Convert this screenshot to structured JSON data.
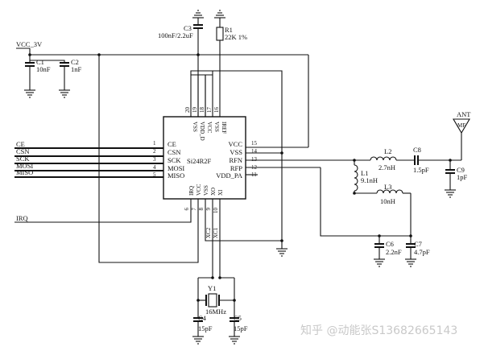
{
  "chip": {
    "name": "Si24R2F",
    "top_pins": [
      {
        "num": "20",
        "name": "VSS"
      },
      {
        "num": "19",
        "name": "VDD_D"
      },
      {
        "num": "18",
        "name": "VCC"
      },
      {
        "num": "17",
        "name": "VSS"
      },
      {
        "num": "16",
        "name": "IREF"
      }
    ],
    "left_pins": [
      {
        "num": "1",
        "name": "CE"
      },
      {
        "num": "2",
        "name": "CSN"
      },
      {
        "num": "3",
        "name": "SCK"
      },
      {
        "num": "4",
        "name": "MOSI"
      },
      {
        "num": "5",
        "name": "MISO"
      }
    ],
    "right_pins": [
      {
        "num": "15",
        "name": "VCC"
      },
      {
        "num": "14",
        "name": "VSS"
      },
      {
        "num": "13",
        "name": "RFN"
      },
      {
        "num": "12",
        "name": "RFP"
      },
      {
        "num": "11",
        "name": "VDD_PA"
      }
    ],
    "bottom_pins": [
      {
        "num": "6",
        "name": "IRQ"
      },
      {
        "num": "7",
        "name": "VCC"
      },
      {
        "num": "8",
        "name": "VSS"
      },
      {
        "num": "9",
        "name": "XO"
      },
      {
        "num": "10",
        "name": "XI"
      }
    ]
  },
  "nets": {
    "vcc": "VCC_3V",
    "ce": "CE",
    "csn": "CSN",
    "sck": "SCK",
    "mosi": "MOSI",
    "miso": "MISO",
    "irq": "IRQ",
    "xc2": "XC2",
    "xc1": "XC1"
  },
  "components": {
    "c1": {
      "ref": "C1",
      "value": "10nF"
    },
    "c2": {
      "ref": "C2",
      "value": "1nF"
    },
    "c3": {
      "ref": "C3",
      "value": "100nF/2.2uF"
    },
    "r1": {
      "ref": "R1",
      "value": "22K 1%"
    },
    "l1": {
      "ref": "L1",
      "value": "9.1nH"
    },
    "l2": {
      "ref": "L2",
      "value": "2.7nH"
    },
    "l3": {
      "ref": "L3",
      "value": "10nH"
    },
    "c8": {
      "ref": "C8",
      "value": "1.5pF"
    },
    "c9": {
      "ref": "C9",
      "value": "1pF"
    },
    "c6": {
      "ref": "C6",
      "value": "2.2nF"
    },
    "c7": {
      "ref": "C7",
      "value": "4.7pF"
    },
    "y1": {
      "ref": "Y1",
      "value": "16MHz"
    },
    "c4": {
      "ref": "C4",
      "value": "15pF"
    },
    "c5": {
      "ref": "C5",
      "value": "15pF"
    },
    "ant": {
      "ref": "ANT",
      "value": "MF"
    }
  },
  "watermark": "知乎 @动能张S13682665143"
}
